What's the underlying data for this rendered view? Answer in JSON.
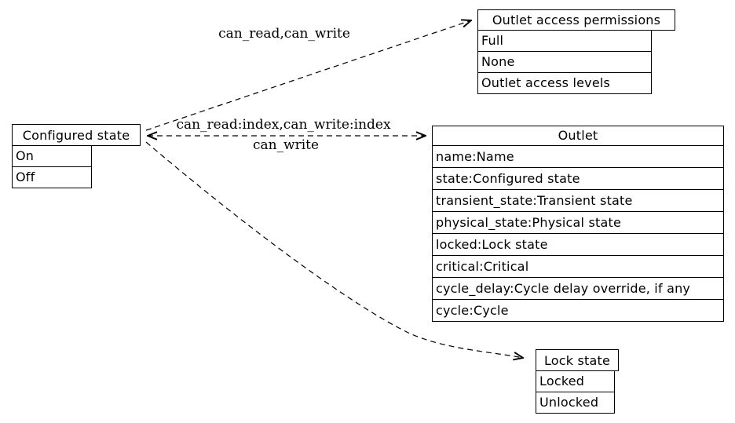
{
  "diagram": {
    "colors": {
      "background": "#ffffff",
      "line": "#000000",
      "text": "#000000"
    },
    "nodes": {
      "configured_state": {
        "title": "Configured state",
        "rows": [
          "On",
          "Off"
        ]
      },
      "outlet_access_permissions": {
        "title": "Outlet access permissions",
        "rows": [
          "Full",
          "None",
          "Outlet access levels"
        ]
      },
      "outlet": {
        "title": "Outlet",
        "rows": [
          "name:Name",
          "state:Configured state",
          "transient_state:Transient state",
          "physical_state:Physical state",
          "locked:Lock state",
          "critical:Critical",
          "cycle_delay:Cycle delay override, if any",
          "cycle:Cycle"
        ]
      },
      "lock_state": {
        "title": "Lock state",
        "rows": [
          "Locked",
          "Unlocked"
        ]
      }
    },
    "edges": {
      "configured_to_permissions": {
        "label": "can_read,can_write"
      },
      "configured_to_outlet": {
        "label_top": "can_read:index,can_write:index",
        "label_bottom": "can_write"
      },
      "configured_to_lock": {
        "label": ""
      }
    }
  }
}
